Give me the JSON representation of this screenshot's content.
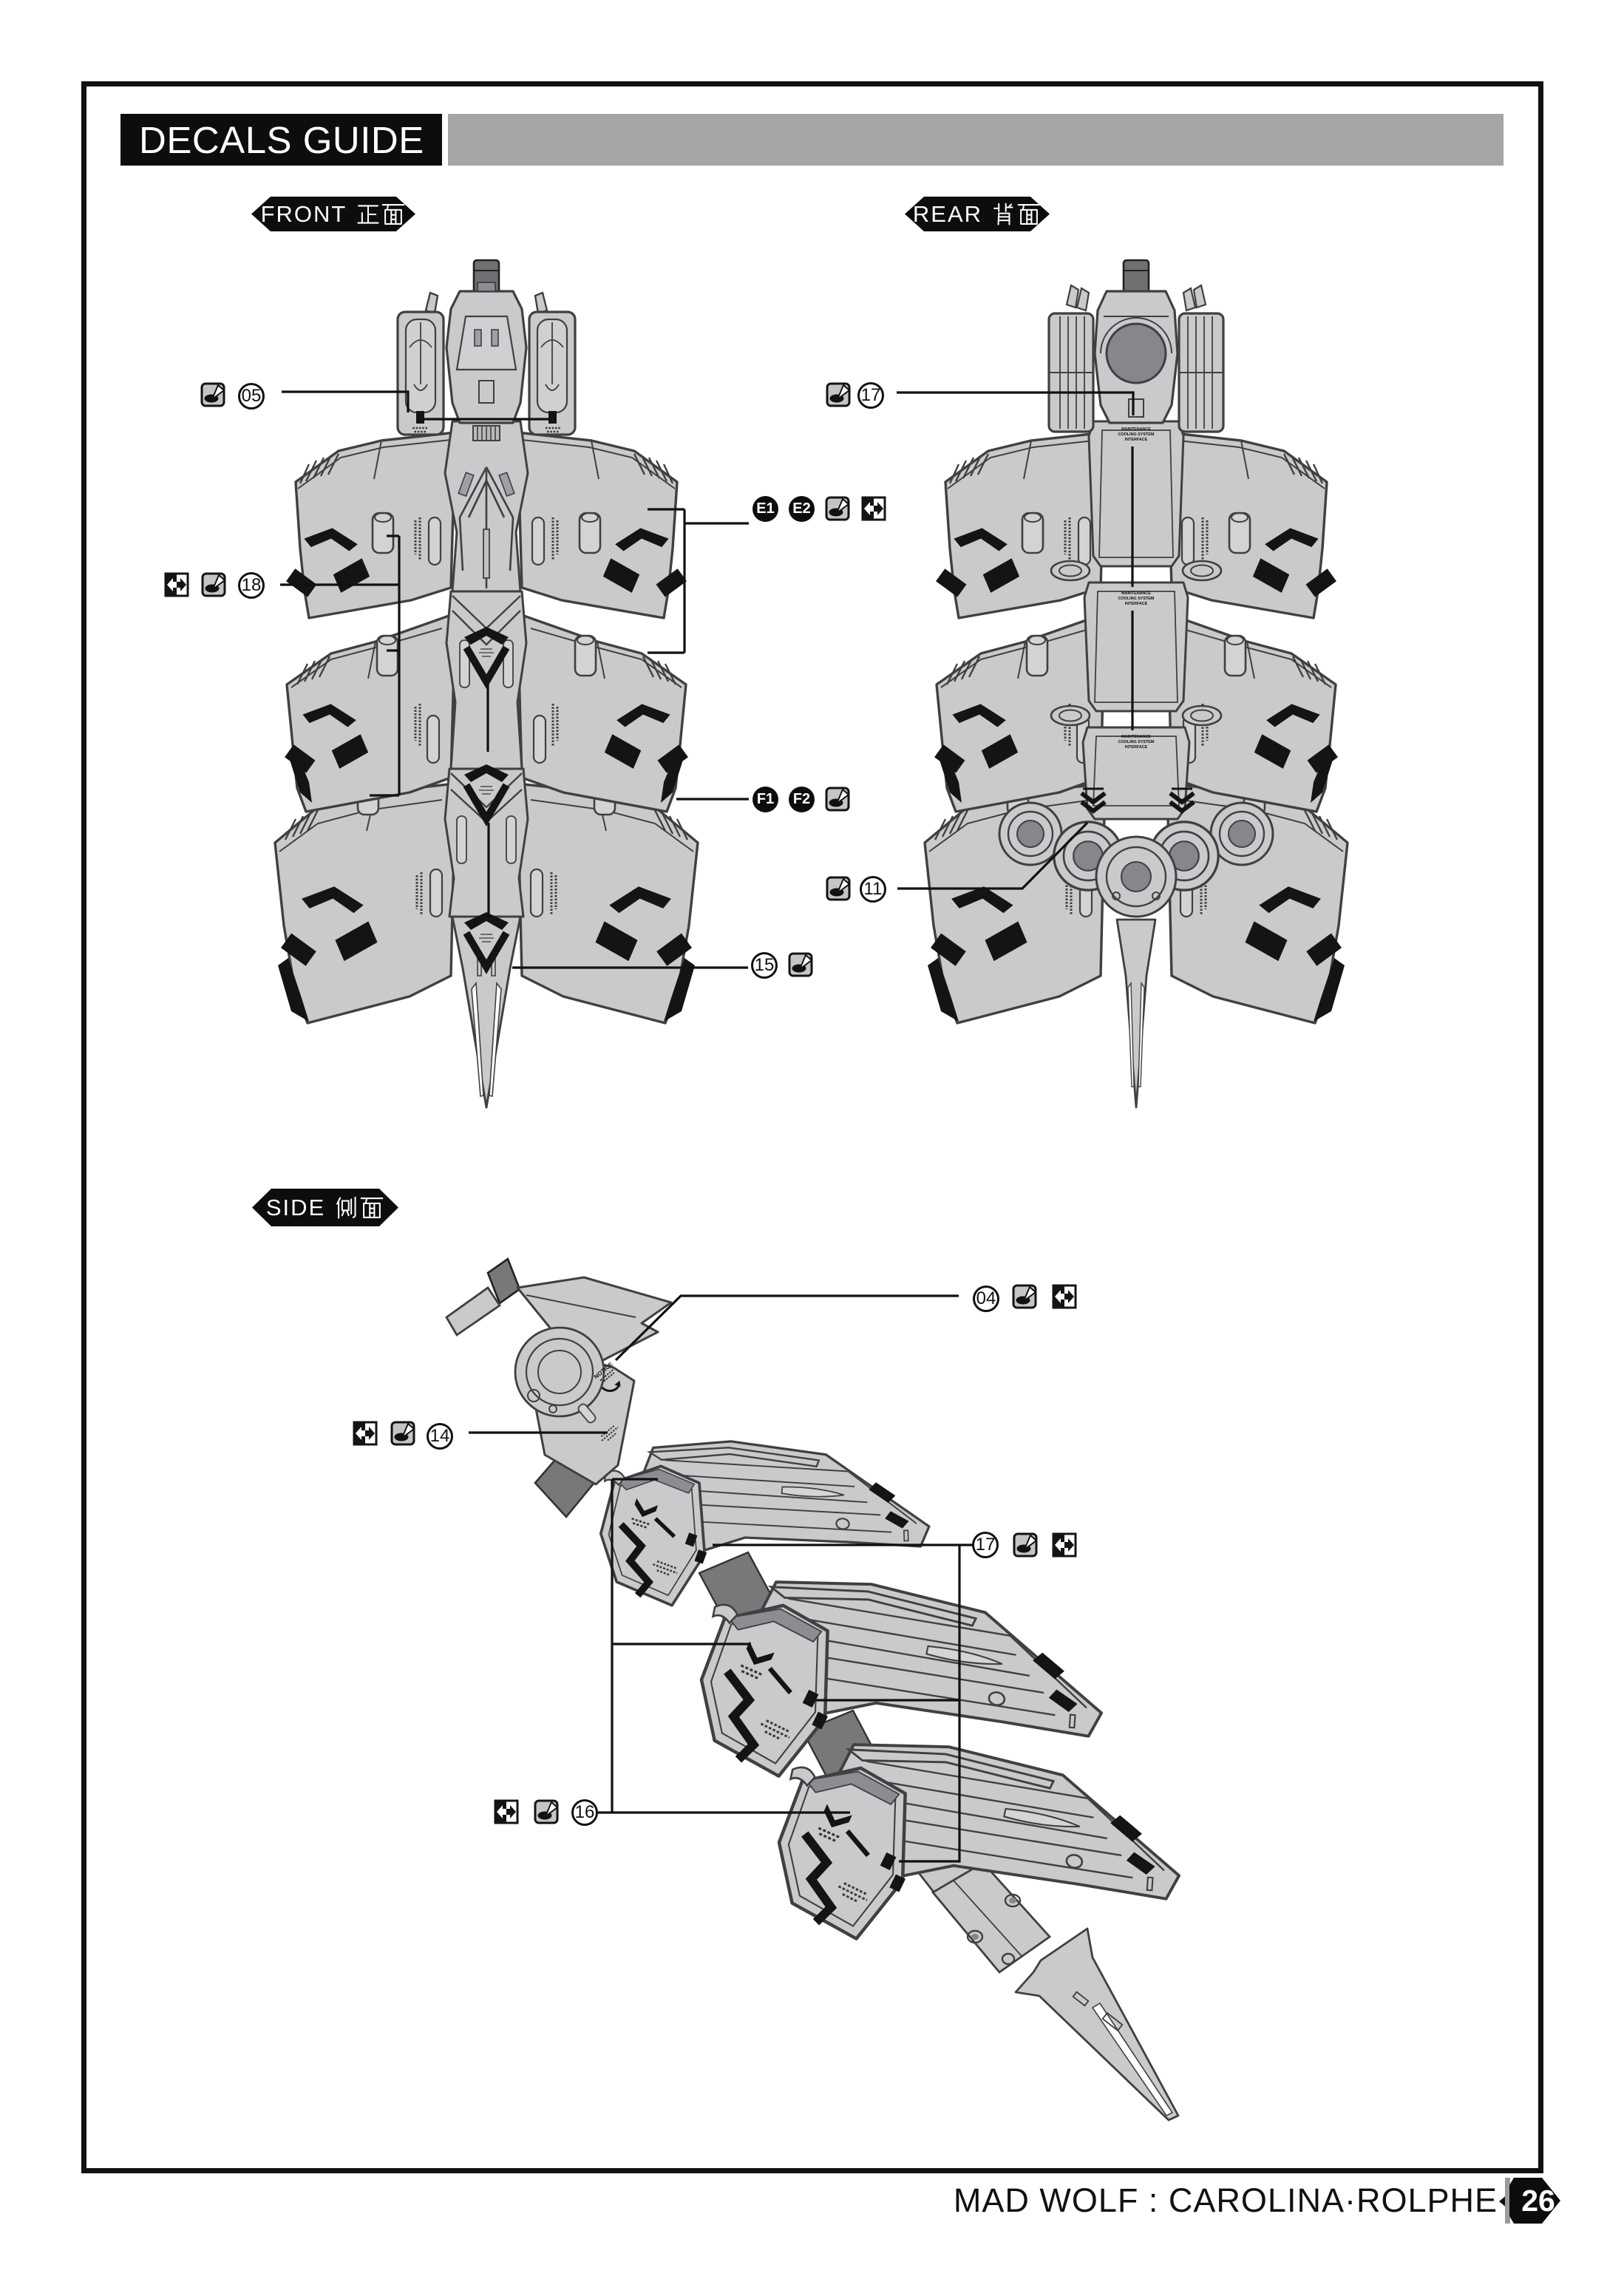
{
  "header": {
    "title": "DECALS GUIDE"
  },
  "views": {
    "front": {
      "label": "FRONT",
      "label_cjk": "正面"
    },
    "rear": {
      "label": "REAR",
      "label_cjk": "背面"
    },
    "side": {
      "label": "SIDE",
      "label_cjk": "侧面"
    }
  },
  "icons": {
    "paint": "apply-decal-icon",
    "mirror": "apply-both-sides-icon"
  },
  "callouts": {
    "front_05": {
      "number": "05"
    },
    "front_18": {
      "number": "18"
    },
    "front_e": {
      "part1": "E1",
      "part2": "E2"
    },
    "front_f": {
      "part1": "F1",
      "part2": "F2"
    },
    "front_15": {
      "number": "15"
    },
    "rear_17": {
      "number": "17"
    },
    "rear_11": {
      "number": "11"
    },
    "side_04": {
      "number": "04"
    },
    "side_14": {
      "number": "14"
    },
    "side_17": {
      "number": "17"
    },
    "side_16": {
      "number": "16"
    }
  },
  "decals": {
    "maintenance_line1": "MAINTENANCE",
    "maintenance_line2": "COOLING SYSTEM",
    "maintenance_line3": "INTERFACE",
    "notice": "NOTICE"
  },
  "footer": {
    "model_name": "MAD WOLF : CAROLINA·ROLPHE",
    "page_number": "26"
  },
  "colors": {
    "panel": "#c9cacc",
    "panel_dark": "#77787a",
    "line": "#3f4042",
    "decal_black": "#141414",
    "header_bar": "#a4a5a7"
  }
}
